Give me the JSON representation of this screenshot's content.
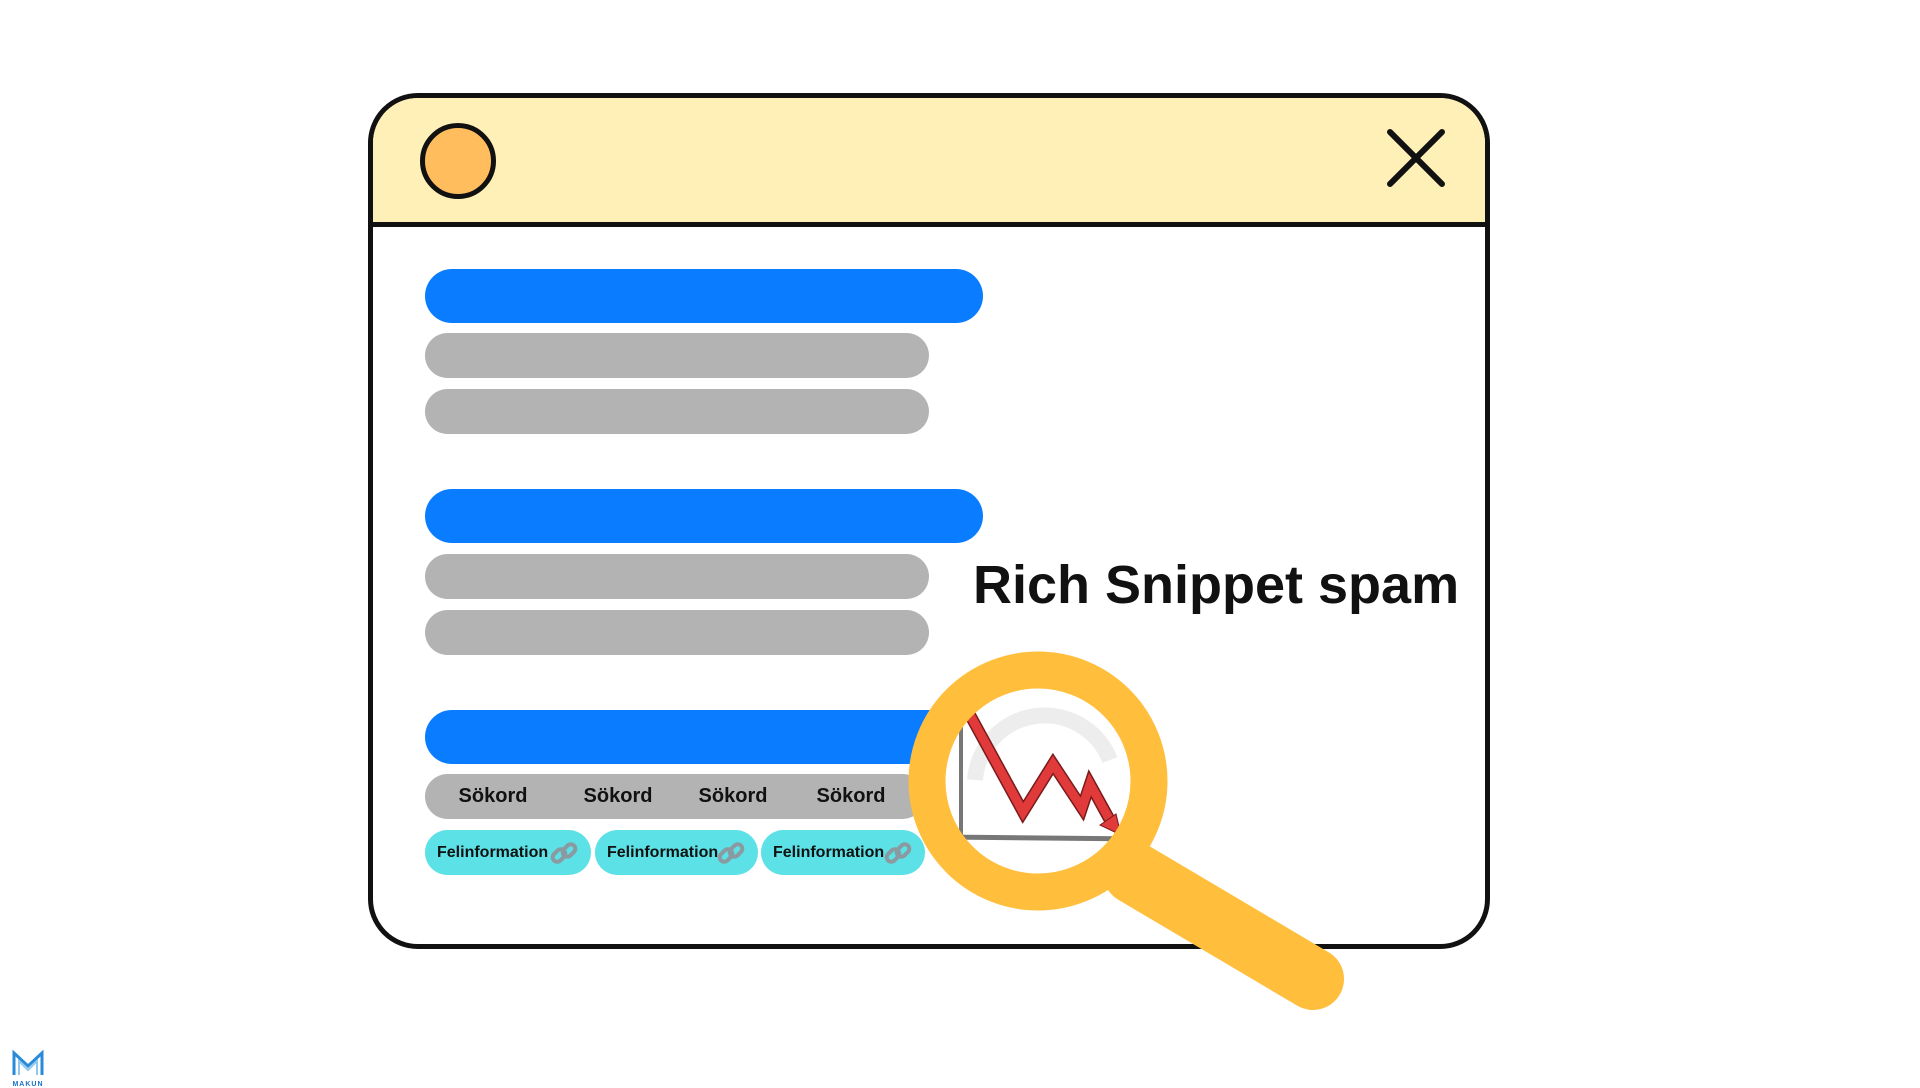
{
  "title": "Rich Snippet spam",
  "keywords": [
    "Sökord",
    "Sökord",
    "Sökord",
    "Sökord"
  ],
  "tags": [
    "Felinformation",
    "Felinformation",
    "Felinformation"
  ],
  "logo": {
    "text": "MAKUN"
  },
  "icons": {
    "window_dot": "circle-icon",
    "close": "close-icon",
    "tag": "link-icon",
    "magnifier": "magnifier-icon",
    "chart": "declining-chart-icon"
  },
  "colors": {
    "header": "#fff0b8",
    "dot": "#ffbd5e",
    "title_bar": "#0a7cff",
    "text_line": "#b3b3b3",
    "tag": "#5ce1e6",
    "magnifier": "#ffbe3c",
    "trend": "#e03a3a"
  }
}
